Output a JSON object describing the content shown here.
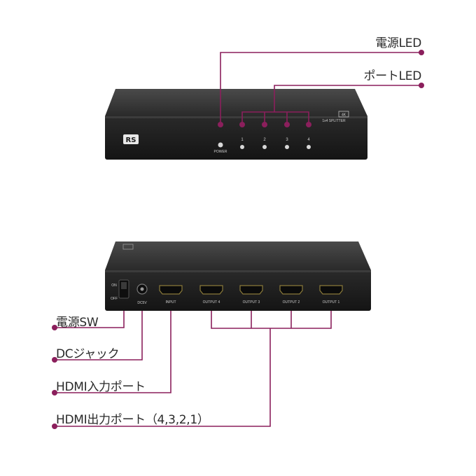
{
  "callouts": {
    "power_led": "電源LED",
    "port_led": "ポートLED",
    "power_sw": "電源SW",
    "dc_jack": "DCジャック",
    "hdmi_input": "HDMI入力ポート",
    "hdmi_output": "HDMI出力ポート（4,3,2,1）"
  },
  "front_panel": {
    "power_label": "POWER",
    "port_numbers": [
      "1",
      "2",
      "3",
      "4"
    ],
    "model_text": "1x4 SPLITTER",
    "badge_text": "4K",
    "logo_text": "RS"
  },
  "back_panel": {
    "switch_on": "ON",
    "switch_off": "OFF",
    "dc_label": "DC5V",
    "input_label": "INPUT",
    "output_labels": [
      "OUTPUT 4",
      "OUTPUT 3",
      "OUTPUT 2",
      "OUTPUT 1"
    ]
  },
  "colors": {
    "leader_line": "#8b1f5c",
    "device_body": "#2b2b2b",
    "device_face": "#1c1c1c",
    "text": "#2a2a2a"
  }
}
